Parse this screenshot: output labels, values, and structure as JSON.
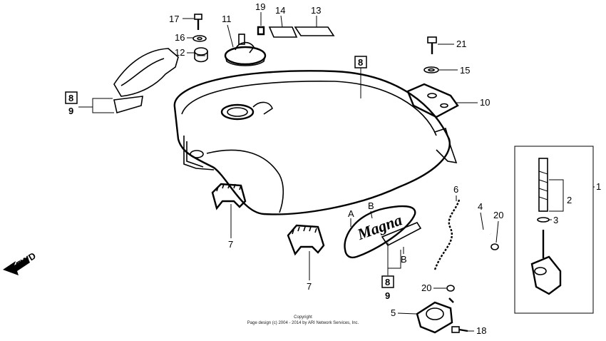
{
  "callouts": {
    "c1": "1",
    "c2": "2",
    "c3": "3",
    "c4": "4",
    "c5": "5",
    "c6": "6",
    "c7a": "7",
    "c7b": "7",
    "c8a": "8",
    "c8b": "8",
    "c8c": "8",
    "c9a": "9",
    "c9b": "9",
    "c10": "10",
    "c11": "11",
    "c12": "12",
    "c13": "13",
    "c14": "14",
    "c15": "15",
    "c16": "16",
    "c17": "17",
    "c18": "18",
    "c19": "19",
    "c20a": "20",
    "c20b": "20",
    "c21": "21",
    "a1": "A",
    "b1": "B",
    "b2": "B"
  },
  "fwd": "FWD",
  "emblem": "Magna",
  "copyright": {
    "line1": "Copyright",
    "line2": "Page design (c) 2004 - 2014 by ARI Network Services, Inc."
  }
}
